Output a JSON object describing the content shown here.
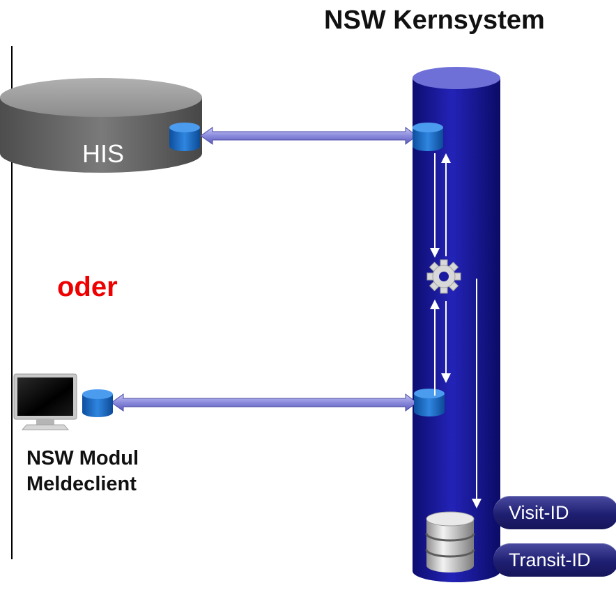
{
  "diagram": {
    "title": "NSW Kernsystem",
    "his_label": "HIS",
    "or_label": "oder",
    "client_label_line1": "NSW Modul",
    "client_label_line2": "Meldeclient",
    "id_tabs": [
      "Visit-ID",
      "Transit-ID"
    ],
    "colors": {
      "core_cylinder": "#1a1aa0",
      "his_cylinder": "#6e6e6e",
      "db_icon": "#1f6fc8",
      "link_arrow": "#8f8fe0",
      "or_text": "#ee0000"
    },
    "icons": [
      "gear-icon",
      "monitor-icon",
      "database-icon",
      "db-stack-icon"
    ]
  }
}
